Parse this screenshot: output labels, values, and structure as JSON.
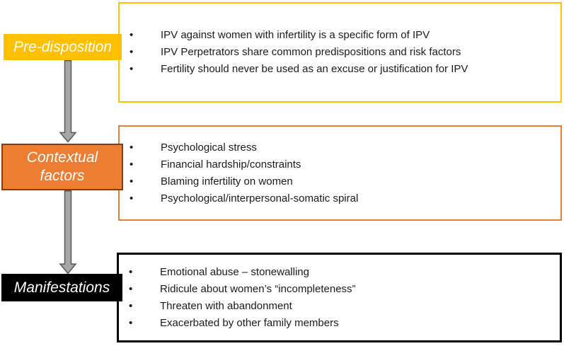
{
  "figure": {
    "background": "#FFFFFF",
    "text_color": "#1A1A1A",
    "arrow": {
      "name": "down-arrow",
      "fill": "#A6A6A6",
      "stroke": "#595959"
    },
    "stages": [
      {
        "label": "Pre-disposition",
        "label_bg": "#FFC000",
        "label_border": "#FFC000",
        "label_text_color": "#FFFFFF",
        "box_border": "#FFC000",
        "bullets": [
          "IPV against women with infertility is a specific form of IPV",
          "IPV Perpetrators share common predispositions and risk factors",
          "Fertility should never be used as an excuse or justification for IPV"
        ]
      },
      {
        "label": "Contextual factors",
        "label_bg": "#ED7D31",
        "label_border": "#843C0C",
        "label_text_color": "#FFFFFF",
        "box_border": "#ED7D31",
        "bullets": [
          "Psychological stress",
          "Financial hardship/constraints",
          "Blaming infertility on women",
          "Psychological/interpersonal-somatic spiral"
        ]
      },
      {
        "label": "Manifestations",
        "label_bg": "#000000",
        "label_border": "#000000",
        "label_text_color": "#FFFFFF",
        "box_border": "#000000",
        "bullets": [
          "Emotional abuse – stonewalling",
          "Ridicule about women’s “incompleteness”",
          "Threaten with abandonment",
          "Exacerbated by other family members"
        ]
      }
    ]
  }
}
